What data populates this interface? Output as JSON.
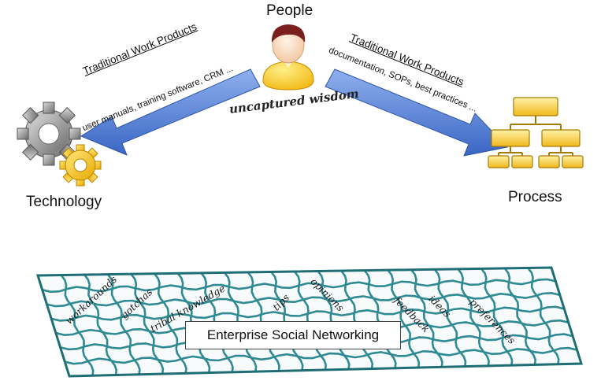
{
  "nodes": {
    "people": "People",
    "technology": "Technology",
    "process": "Process"
  },
  "left_arrow": {
    "title": "Traditional Work Products",
    "desc": "user manuals, training software, CRM ..."
  },
  "right_arrow": {
    "title": "Traditional Work Products",
    "desc": "documentation, SOPs, best practices ..."
  },
  "center_text": "uncaptured wisdom",
  "net": {
    "words": [
      "workarounds",
      "gotchas",
      "tribal knowledge",
      "tips",
      "opinions",
      "feedback",
      "ideas",
      "preferences"
    ],
    "box_label": "Enterprise Social Networking"
  },
  "colors": {
    "arrow": "#4f7fd6",
    "net": "#2f8a93",
    "gear_grey": "#8a8a8a",
    "gear_yellow": "#f3c21a",
    "org_yellow": "#f5cb3a"
  }
}
